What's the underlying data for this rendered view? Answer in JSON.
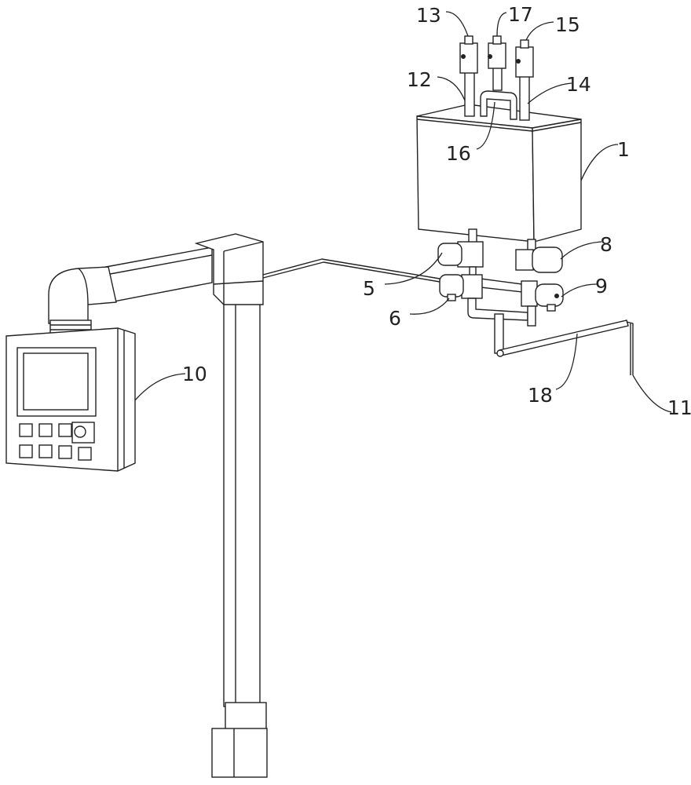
{
  "labels": {
    "n13": "13",
    "n17": "17",
    "n15": "15",
    "n12": "12",
    "n14": "14",
    "n16": "16",
    "n1": "1",
    "n8": "8",
    "n5": "5",
    "n9": "9",
    "n6": "6",
    "n10": "10",
    "n18": "18",
    "n11": "11"
  }
}
